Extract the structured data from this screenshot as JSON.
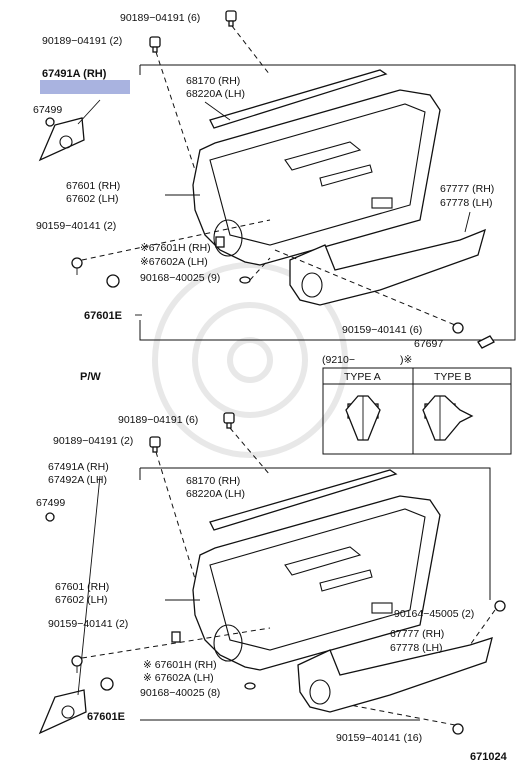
{
  "diagram_id": "671024",
  "highlight_color": "#a9b3e0",
  "top_section": {
    "labels": {
      "clip_top": "90189−04191 (6)",
      "clip_2": "90189−04191 (2)",
      "cover_rh": "67491A (RH)",
      "cover_lh": "",
      "pin": "67499",
      "weatherstrip": "68170  (RH)",
      "weatherstrip_lh": "68220A (LH)",
      "panel_rh": "67601 (RH)",
      "panel_lh": "67602 (LH)",
      "screw_2": "90159−40141 (2)",
      "bracket_rh": "※67601H (RH)",
      "bracket_lh": "※67602A (LH)",
      "screw_9": "90168−40025 (9)",
      "armrest_rh": "67777 (RH)",
      "armrest_lh": "67778 (LH)",
      "screw_6": "90159−40141 (6)",
      "cap": "67697",
      "panel_e": "67601E"
    }
  },
  "clip_box": {
    "header": "(9210−",
    "header_suffix": ")※",
    "type_a": "TYPE A",
    "type_b": "TYPE B"
  },
  "pw_label": "P/W",
  "bottom_section": {
    "labels": {
      "clip_top": "90189−04191 (6)",
      "clip_2": "90189−04191 (2)",
      "cover_rh": "67491A (RH)",
      "cover_lh": "67492A (LH)",
      "pin": "67499",
      "weatherstrip": "68170  (RH)",
      "weatherstrip_lh": "68220A (LH)",
      "panel_rh": "67601 (RH)",
      "panel_lh": "67602 (LH)",
      "screw_2": "90159−40141 (2)",
      "bracket_rh": "※ 67601H (RH)",
      "bracket_lh": "※ 67602A (LH)",
      "screw_8": "90168−40025 (8)",
      "armrest_rh": "67777 (RH)",
      "armrest_lh": "67778 (LH)",
      "screw_right": "90164−45005 (2)",
      "screw_16": "90159−40141 (16)",
      "panel_e": "67601E"
    }
  }
}
